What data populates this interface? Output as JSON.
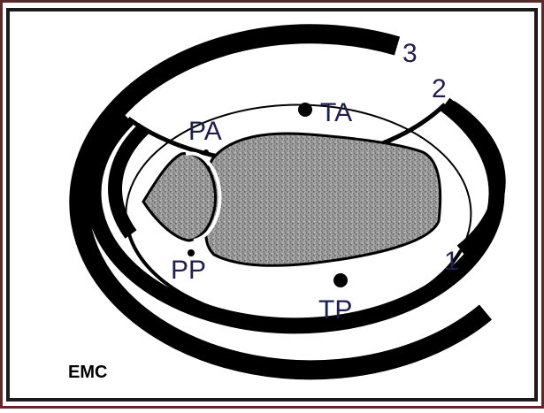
{
  "labels": {
    "zone_1": "1",
    "zone_2": "2",
    "zone_3": "3",
    "point_ta": "TA",
    "point_tp": "TP",
    "point_pa": "PA",
    "point_pp": "PP",
    "logo": "EMC"
  },
  "colors": {
    "frame_outer": "#5a2a2a",
    "frame_inner": "#1a1a1a",
    "ink": "#000000",
    "label_text": "#1f1f4a",
    "tissue_fill": "#8f8f8f",
    "background": "#ffffff"
  }
}
